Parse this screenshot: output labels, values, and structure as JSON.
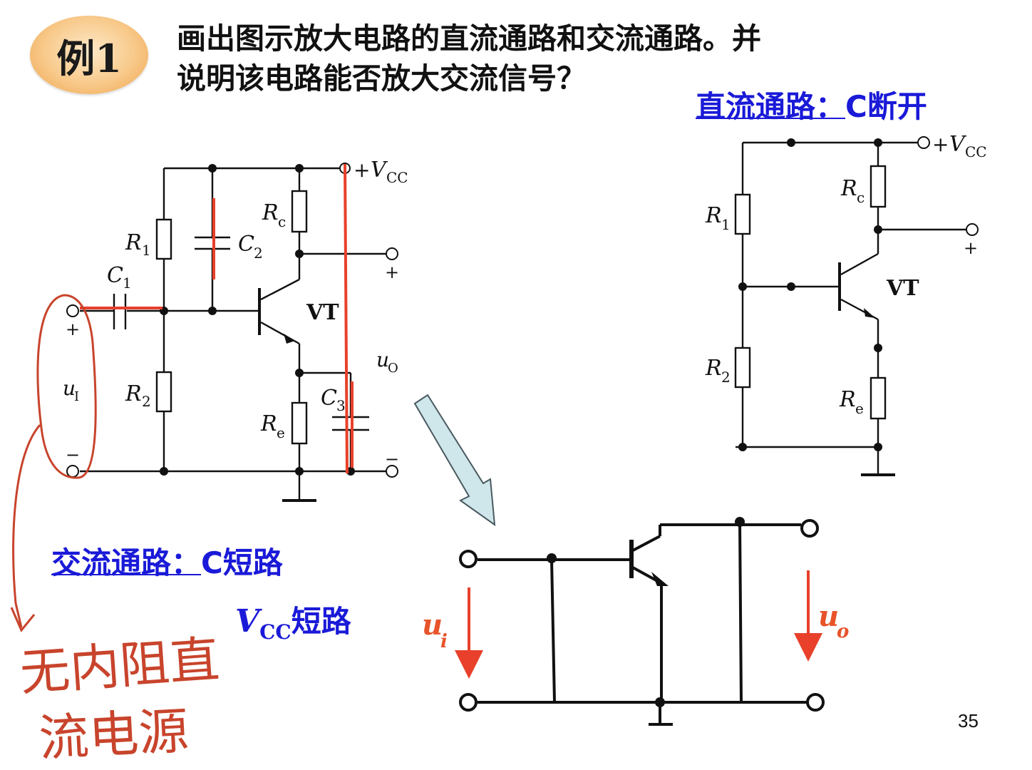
{
  "badge": {
    "text": "例1"
  },
  "question": {
    "line1": "画出图示放大电路的直流通路和交流通路。并",
    "line2": "说明该电路能否放大交流信号？"
  },
  "dc_path": {
    "label_underlined": "直流通路：",
    "label_rest": "C断开"
  },
  "ac_path": {
    "label_underlined": "交流通路：",
    "label_rest": "C短路"
  },
  "vcc_short": {
    "v": "V",
    "sub": "CC",
    "text": "短路"
  },
  "page_number": "35",
  "handwriting": {
    "line1": "无内阻直",
    "line2": "流电源"
  },
  "circuit_labels": {
    "vcc_plus": "+",
    "vcc_v": "V",
    "vcc_sub": "CC",
    "r1": "R",
    "r1_sub": "1",
    "r2": "R",
    "r2_sub": "2",
    "rc": "R",
    "rc_sub": "c",
    "re": "R",
    "re_sub": "e",
    "c1": "C",
    "c1_sub": "1",
    "c2": "C",
    "c2_sub": "2",
    "c3": "C",
    "c3_sub": "3",
    "vt": "VT",
    "plus": "+",
    "minus": "−",
    "ui": "u",
    "ui_sub": "I",
    "uo": "u",
    "uo_sub": "O"
  },
  "ac_labels": {
    "ui": "u",
    "ui_sub": "i",
    "uo": "u",
    "uo_sub": "o"
  },
  "colors": {
    "blue_heading": "#1a1ad8",
    "red_mark": "#e8402a",
    "orange_label": "#e8532a",
    "handwriting": "#c8442c",
    "arrow_fill": "#cfe6ea"
  }
}
